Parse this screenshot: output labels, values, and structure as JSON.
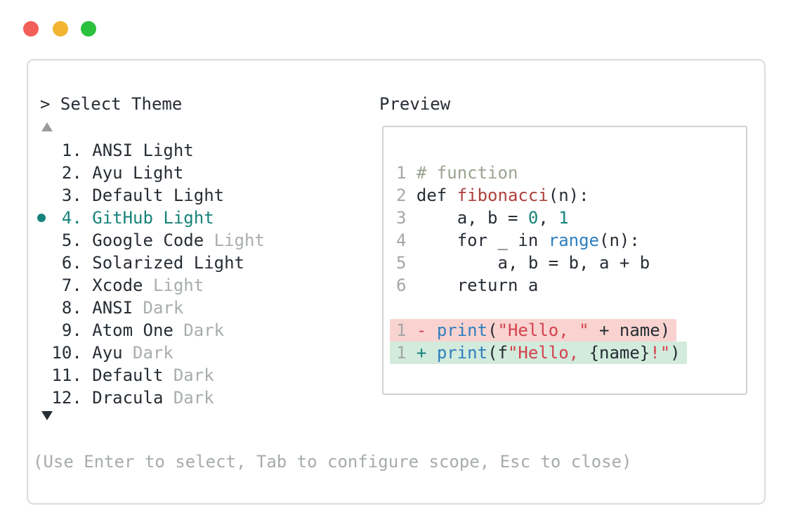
{
  "window": {
    "traffic_lights": [
      {
        "name": "close",
        "color": "#f25e58"
      },
      {
        "name": "minimize",
        "color": "#f2b431"
      },
      {
        "name": "maximize",
        "color": "#2bc13e"
      }
    ]
  },
  "picker": {
    "prompt": "> Select Theme",
    "scroll_up_icon": "triangle-up",
    "scroll_down_icon": "triangle-down",
    "selection_accent": "#16837a",
    "muted_color": "#a8aeab",
    "items": [
      {
        "n": 1,
        "name": "ANSI Light",
        "muted": "",
        "selected": false
      },
      {
        "n": 2,
        "name": "Ayu Light",
        "muted": "",
        "selected": false
      },
      {
        "n": 3,
        "name": "Default Light",
        "muted": "",
        "selected": false
      },
      {
        "n": 4,
        "name": "GitHub Light",
        "muted": "",
        "selected": true
      },
      {
        "n": 5,
        "name": "Google Code",
        "muted": "Light",
        "selected": false
      },
      {
        "n": 6,
        "name": "Solarized Light",
        "muted": "",
        "selected": false
      },
      {
        "n": 7,
        "name": "Xcode",
        "muted": "Light",
        "selected": false
      },
      {
        "n": 8,
        "name": "ANSI",
        "muted": "Dark",
        "selected": false
      },
      {
        "n": 9,
        "name": "Atom One",
        "muted": "Dark",
        "selected": false
      },
      {
        "n": 10,
        "name": "Ayu",
        "muted": "Dark",
        "selected": false
      },
      {
        "n": 11,
        "name": "Default",
        "muted": "Dark",
        "selected": false
      },
      {
        "n": 12,
        "name": "Dracula",
        "muted": "Dark",
        "selected": false
      }
    ],
    "help": "(Use Enter to select, Tab to configure scope, Esc to close)"
  },
  "preview": {
    "label": "Preview",
    "syntax_colors": {
      "default": "#272d34",
      "line_number": "#a6a6a6",
      "comment": "#9ba390",
      "function_name": "#ae403d",
      "number_and_added": "#16837a",
      "builtin": "#2e7fbe",
      "string_and_removed": "#d5414e",
      "diff_removed_bg": "#f8d3d0",
      "diff_added_bg": "#d2ebdc"
    },
    "code_lines": [
      {
        "tokens": [
          [
            "g",
            "1 "
          ],
          [
            "c",
            "# function"
          ]
        ]
      },
      {
        "tokens": [
          [
            "g",
            "2 "
          ],
          [
            "d",
            "def "
          ],
          [
            "r",
            "fibonacci"
          ],
          [
            "d",
            "(n):"
          ]
        ]
      },
      {
        "tokens": [
          [
            "g",
            "3 "
          ],
          [
            "d",
            "    a, b = "
          ],
          [
            "t",
            "0"
          ],
          [
            "d",
            ", "
          ],
          [
            "t",
            "1"
          ]
        ]
      },
      {
        "tokens": [
          [
            "g",
            "4 "
          ],
          [
            "d",
            "    for _ in "
          ],
          [
            "b",
            "range"
          ],
          [
            "d",
            "(n):"
          ]
        ]
      },
      {
        "tokens": [
          [
            "g",
            "5 "
          ],
          [
            "d",
            "        a, b = b, a + b"
          ]
        ]
      },
      {
        "tokens": [
          [
            "g",
            "6 "
          ],
          [
            "d",
            "    return a"
          ]
        ]
      },
      {
        "tokens": []
      },
      {
        "hl": "removed",
        "tokens": [
          [
            "g",
            "1 "
          ],
          [
            "s",
            "- "
          ],
          [
            "b",
            "print"
          ],
          [
            "d",
            "("
          ],
          [
            "s",
            "\"Hello, \""
          ],
          [
            "d",
            " + name)"
          ]
        ]
      },
      {
        "hl": "added",
        "tokens": [
          [
            "g",
            "1 "
          ],
          [
            "t",
            "+ "
          ],
          [
            "b",
            "print"
          ],
          [
            "d",
            "(f"
          ],
          [
            "s",
            "\"Hello, "
          ],
          [
            "d",
            "{name}"
          ],
          [
            "s",
            "!\""
          ],
          [
            "d",
            ")"
          ]
        ]
      }
    ]
  }
}
